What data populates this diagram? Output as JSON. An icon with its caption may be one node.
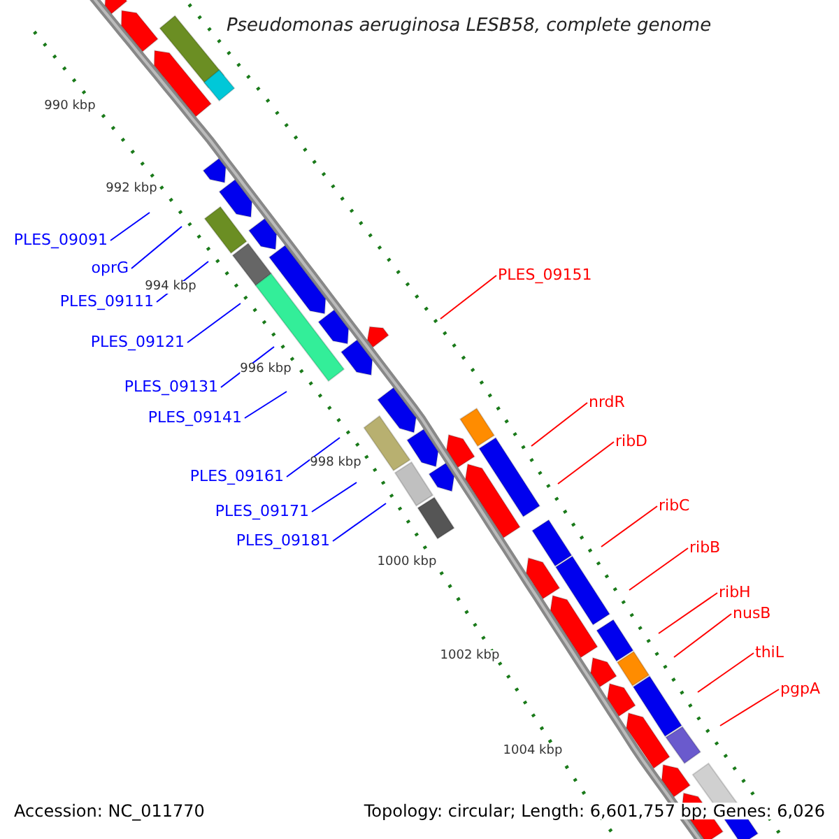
{
  "diagram": {
    "title": "Pseudomonas aeruginosa LESB58, complete genome",
    "nodes": [
      {
        "text": [
          "PLES_09091"
        ]
      },
      {
        "text": [
          "oprG"
        ]
      },
      {
        "text": [
          "PLES_09111"
        ]
      },
      {
        "text": [
          "PLES_09121"
        ]
      },
      {
        "text": [
          "PLES_09131"
        ]
      },
      {
        "text": [
          "PLES_09141"
        ]
      },
      {
        "text": [
          "PLES_09161"
        ]
      },
      {
        "text": [
          "PLES_09171"
        ]
      },
      {
        "text": [
          "PLES_09181"
        ]
      },
      {
        "text": [
          "PLES_09151"
        ]
      },
      {
        "text": [
          "nrdR"
        ]
      },
      {
        "text": [
          "ribD"
        ]
      },
      {
        "text": [
          "ribC"
        ]
      },
      {
        "text": [
          "ribB"
        ]
      },
      {
        "text": [
          "ribH"
        ]
      },
      {
        "text": [
          "nusB"
        ]
      },
      {
        "text": [
          "thiL"
        ]
      },
      {
        "text": [
          "pgpA"
        ]
      }
    ],
    "edges": [
      {
        "from": 0,
        "to": null,
        "arrow": "none",
        "color": "#0000ff"
      },
      {
        "from": 1,
        "to": null,
        "arrow": "none",
        "color": "#0000ff"
      },
      {
        "from": 2,
        "to": null,
        "arrow": "none",
        "color": "#0000ff"
      },
      {
        "from": 3,
        "to": null,
        "arrow": "none",
        "color": "#0000ff"
      },
      {
        "from": 4,
        "to": null,
        "arrow": "none",
        "color": "#0000ff"
      },
      {
        "from": 5,
        "to": null,
        "arrow": "none",
        "color": "#0000ff"
      },
      {
        "from": 6,
        "to": null,
        "arrow": "none",
        "color": "#0000ff"
      },
      {
        "from": 7,
        "to": null,
        "arrow": "none",
        "color": "#0000ff"
      },
      {
        "from": 8,
        "to": null,
        "arrow": "none",
        "color": "#0000ff"
      },
      {
        "from": 9,
        "to": null,
        "arrow": "none",
        "color": "#ff0000"
      },
      {
        "from": 10,
        "to": null,
        "arrow": "none",
        "color": "#ff0000"
      },
      {
        "from": 11,
        "to": null,
        "arrow": "none",
        "color": "#ff0000"
      },
      {
        "from": 12,
        "to": null,
        "arrow": "none",
        "color": "#ff0000"
      },
      {
        "from": 13,
        "to": null,
        "arrow": "none",
        "color": "#ff0000"
      },
      {
        "from": 14,
        "to": null,
        "arrow": "none",
        "color": "#ff0000"
      },
      {
        "from": 15,
        "to": null,
        "arrow": "none",
        "color": "#ff0000"
      },
      {
        "from": 16,
        "to": null,
        "arrow": "none",
        "color": "#ff0000"
      },
      {
        "from": 17,
        "to": null,
        "arrow": "none",
        "color": "#ff0000"
      }
    ],
    "labels": [
      "990 kbp",
      "992 kbp",
      "994 kbp",
      "996 kbp",
      "998 kbp",
      "1000 kbp",
      "1002 kbp",
      "1004 kbp",
      "Accession: NC_011770",
      "Topology: circular; Length: 6,601,757 bp; Genes: 6,026"
    ]
  }
}
